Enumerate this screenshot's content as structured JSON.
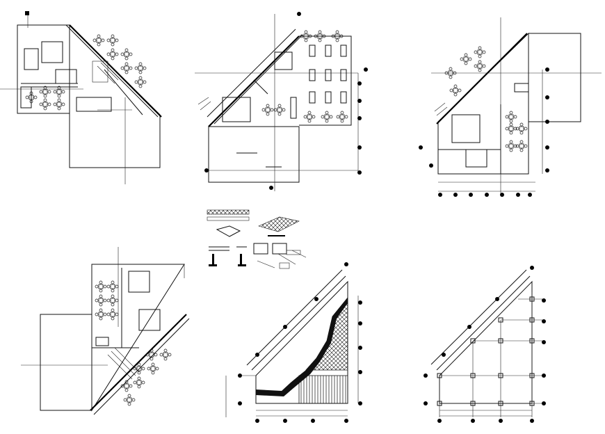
{
  "sheet": {
    "background": "#ffffff",
    "ink": "#111111",
    "drawings": [
      {
        "id": "plan-1",
        "kind": "floor-plan"
      },
      {
        "id": "plan-2",
        "kind": "floor-plan"
      },
      {
        "id": "plan-3",
        "kind": "floor-plan"
      },
      {
        "id": "details",
        "kind": "construction-details"
      },
      {
        "id": "plan-4",
        "kind": "floor-plan"
      },
      {
        "id": "foundation",
        "kind": "foundation-plan"
      },
      {
        "id": "grid",
        "kind": "structural-grid"
      }
    ]
  }
}
